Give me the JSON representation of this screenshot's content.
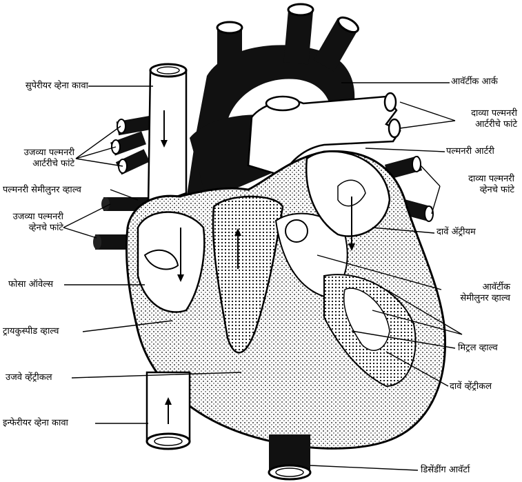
{
  "diagram": {
    "labels": {
      "superior_vena_cava": "सुपेरीयर व्हेना कावा",
      "right_pulmonary_artery_branches": "उजव्या पल्मनरी\nआर्टरीचे फांटे",
      "pulmonary_semilunar_valve": "पल्मनरी सेमीलुनर व्हाल्व",
      "right_pulmonary_vein_branches": "उजव्या पल्मनरी\nव्हेनचे फांटे",
      "fossa_ovalis": "फोसा ऑवेल्स",
      "tricuspid_valve": "ट्रायकुस्पीड व्हाल्व",
      "right_ventricle": "उजवे व्हेंट्रीकल",
      "inferior_vena_cava": "इन्फेरीयर व्हेना कावा",
      "aortic_arch": "आवॅर्टीक आर्क",
      "left_pulmonary_artery_branches": "दाव्या पल्मनरी\nआर्टरीचे फांटे",
      "pulmonary_artery": "पल्मनरी आर्टरी",
      "left_pulmonary_vein_branches": "दाव्या पल्मनरी\nव्हेनचे फांटे",
      "left_atrium": "दावें ॲट्रीयम",
      "aortic_semilunar_valve": "आवॅर्टीक\nसेमीलुनर व्हाल्व",
      "mitral_valve": "मिट्रल व्हाल्व",
      "left_ventricle": "दावें व्हेंट्रीकल",
      "descending_aorta": "डिसेंडींग आवॅर्टा"
    }
  }
}
